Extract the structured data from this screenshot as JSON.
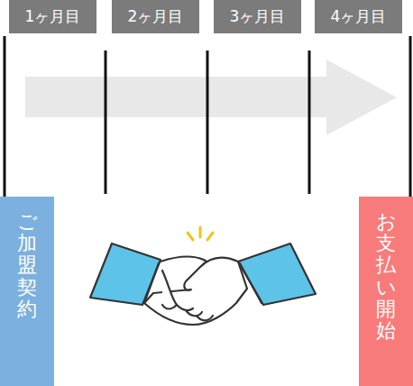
{
  "diagram": {
    "nodes": [
      {
        "text": [
          "1ヶ月目"
        ]
      },
      {
        "text": [
          "2ヶ月目"
        ]
      },
      {
        "text": [
          "3ヶ月目"
        ]
      },
      {
        "text": [
          "4ヶ月目"
        ]
      },
      {
        "text": [
          "ご加盟契約"
        ]
      },
      {
        "text": [
          "お支払い開始"
        ]
      }
    ]
  }
}
